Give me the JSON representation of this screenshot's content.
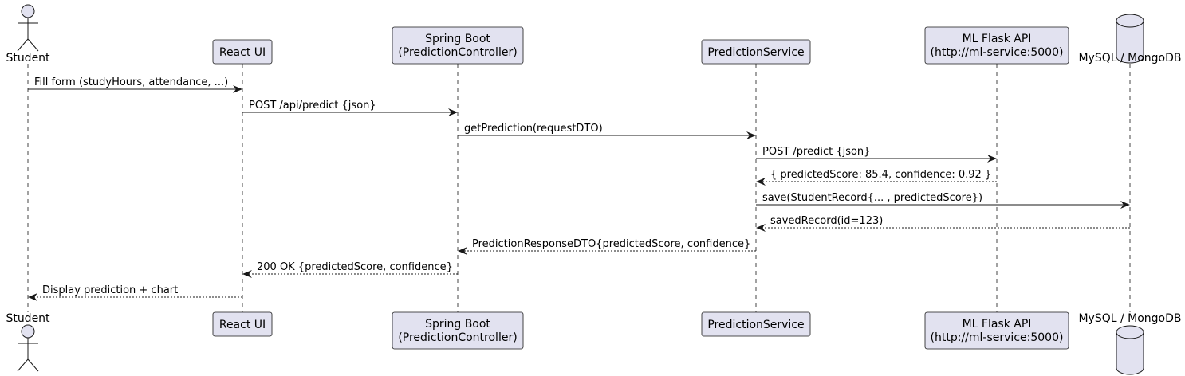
{
  "participants": [
    {
      "id": "student",
      "kind": "actor",
      "lines": [
        "Student"
      ]
    },
    {
      "id": "react",
      "kind": "box",
      "lines": [
        "React UI"
      ]
    },
    {
      "id": "spring",
      "kind": "box",
      "lines": [
        "Spring Boot",
        "(PredictionController)"
      ]
    },
    {
      "id": "service",
      "kind": "box",
      "lines": [
        "PredictionService"
      ]
    },
    {
      "id": "flask",
      "kind": "box",
      "lines": [
        "ML Flask API",
        "(http://ml-service:5000)"
      ]
    },
    {
      "id": "db",
      "kind": "database",
      "lines": [
        "MySQL / MongoDB"
      ]
    }
  ],
  "messages": [
    {
      "from": "student",
      "to": "react",
      "text": "Fill form (studyHours, attendance, ...)",
      "style": "sync"
    },
    {
      "from": "react",
      "to": "spring",
      "text": "POST /api/predict {json}",
      "style": "sync"
    },
    {
      "from": "spring",
      "to": "service",
      "text": "getPrediction(requestDTO)",
      "style": "sync"
    },
    {
      "from": "service",
      "to": "flask",
      "text": "POST /predict {json}",
      "style": "sync"
    },
    {
      "from": "flask",
      "to": "service",
      "text": "{ predictedScore: 85.4, confidence: 0.92 }",
      "style": "return"
    },
    {
      "from": "service",
      "to": "db",
      "text": "save(StudentRecord{... , predictedScore})",
      "style": "sync"
    },
    {
      "from": "db",
      "to": "service",
      "text": "savedRecord(id=123)",
      "style": "return"
    },
    {
      "from": "service",
      "to": "spring",
      "text": "PredictionResponseDTO{predictedScore, confidence}",
      "style": "return"
    },
    {
      "from": "spring",
      "to": "react",
      "text": "200 OK {predictedScore, confidence}",
      "style": "return"
    },
    {
      "from": "react",
      "to": "student",
      "text": "Display prediction + chart",
      "style": "return"
    }
  ],
  "colors": {
    "participant_fill": "#e2e2f0",
    "participant_stroke": "#181818",
    "lifeline": "#181818",
    "arrow": "#181818",
    "text": "#000000"
  }
}
